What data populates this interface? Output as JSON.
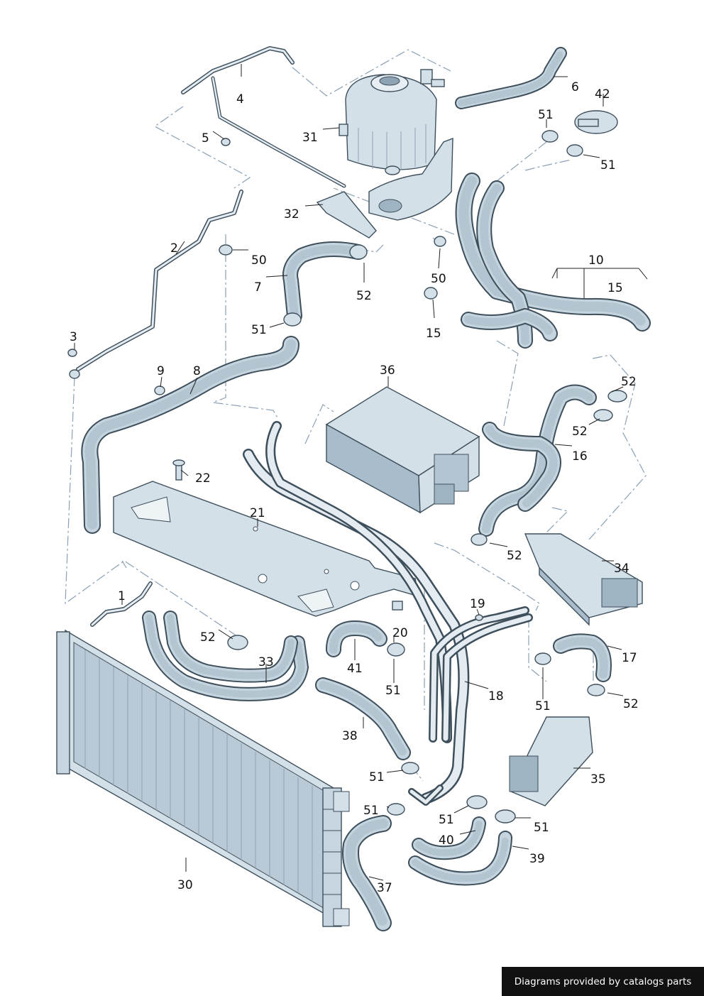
{
  "credit": "Diagrams provided by catalogs parts",
  "callouts": [
    "1",
    "2",
    "3",
    "4",
    "5",
    "6",
    "7",
    "8",
    "9",
    "10",
    "15",
    "15",
    "16",
    "17",
    "18",
    "19",
    "20",
    "21",
    "22",
    "30",
    "31",
    "32",
    "33",
    "34",
    "35",
    "36",
    "37",
    "38",
    "39",
    "40",
    "41",
    "42",
    "50",
    "50",
    "51",
    "51",
    "51",
    "51",
    "51",
    "51",
    "51",
    "51",
    "51",
    "52",
    "52",
    "52",
    "52",
    "52",
    "52"
  ],
  "colors": {
    "part_fill": "#d4e0e8",
    "outline": "#3e4f5c",
    "leader_dashed": "#8aa0b4",
    "credit_bg": "#111111"
  }
}
